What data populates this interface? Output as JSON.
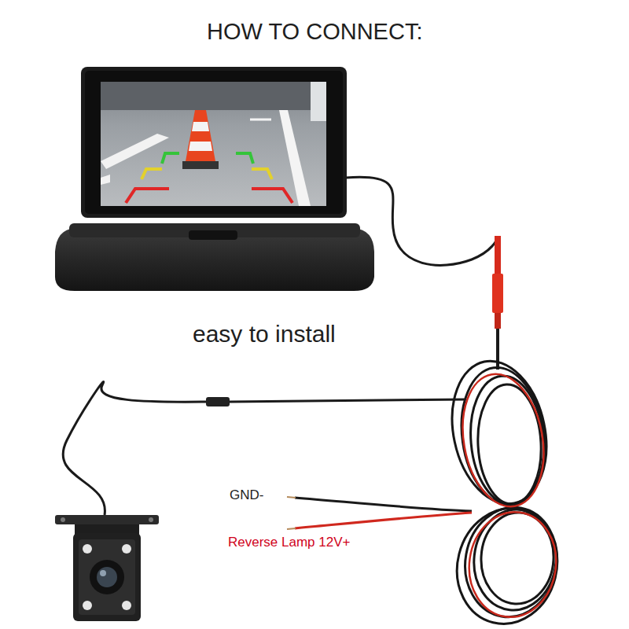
{
  "diagram": {
    "title": "HOW TO CONNECT:",
    "labels": [
      "easy to install",
      "GND-",
      "Reverse Lamp 12V+"
    ]
  }
}
